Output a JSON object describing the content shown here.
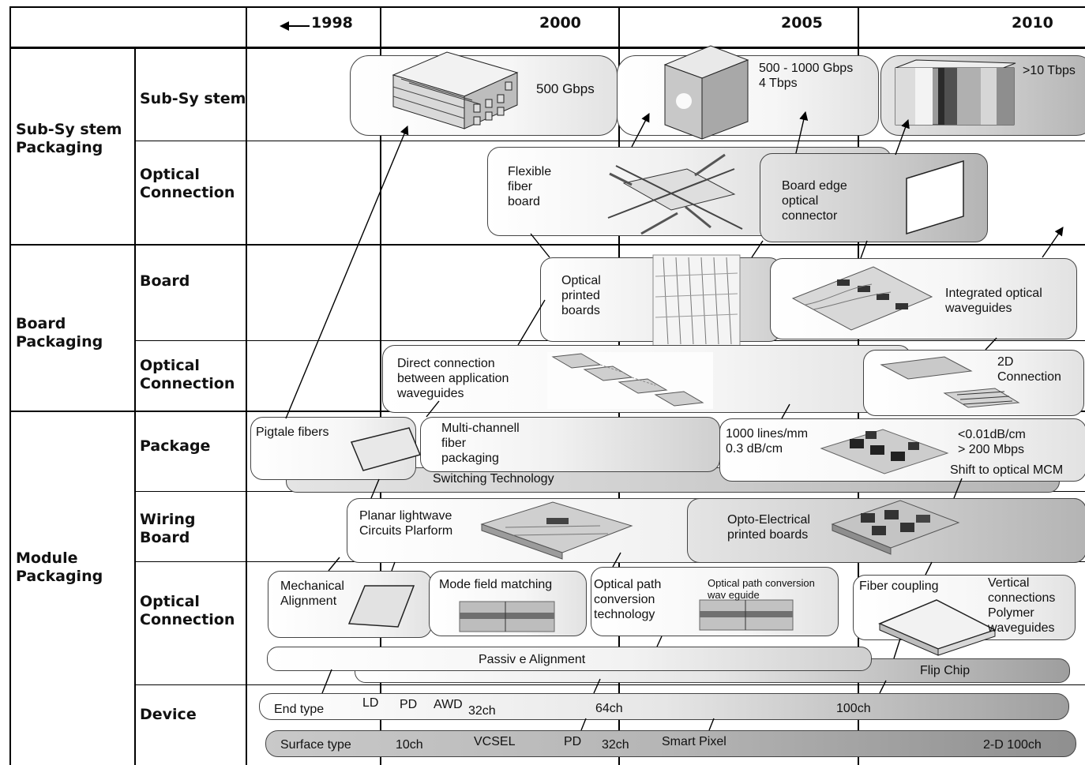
{
  "timeline": {
    "headers": [
      "1998",
      "2000",
      "2005",
      "2010"
    ]
  },
  "groups": {
    "subsystem": "Sub-Sy stem\nPackaging",
    "board": "Board\nPackaging",
    "module": "Module\nPackaging"
  },
  "rows": {
    "subsystem": "Sub-Sy stem",
    "optical1": "Optical\nConnection",
    "board": "Board",
    "optical2": "Optical\nConnection",
    "package": "Package",
    "wiring": "Wiring\nBoard",
    "optical3": "Optical\nConnection",
    "device": "Device"
  },
  "subsystem": {
    "rate_2000": "500 Gbps",
    "rate_2005": "500 - 1000 Gbps\n4 Tbps",
    "rate_2010": ">10 Tbps"
  },
  "optical_connection_1": {
    "flexible": "Flexible\nfiber\nboard",
    "board_edge": "Board edge\noptical\nconnector"
  },
  "board": {
    "optical_printed": "Optical\nprinted\nboards",
    "integrated": "Integrated optical\nwaveguides"
  },
  "optical_connection_2": {
    "direct": "Direct connection\nbetween application\nwaveguides",
    "twod": "2D\nConnection"
  },
  "package": {
    "pigtale": "Pigtale fibers",
    "multichannel": "Multi-channell\nfiber\npackaging",
    "switching": "Switching Technology",
    "lines": "1000 lines/mm\n0.3 dB/cm",
    "loss": "<0.01dB/cm\n> 200 Mbps",
    "mcm": "Shift to optical MCM"
  },
  "wiring_board": {
    "planar": "Planar lightwave\nCircuits Plarform",
    "opto": "Opto-Electrical\nprinted boards"
  },
  "optical_connection_3": {
    "mechanical": "Mechanical\nAlignment",
    "mode_field": "Mode field matching",
    "path_tech": "Optical path\nconversion\ntechnology",
    "path_wg": "Optical path conversion\nwav eguide",
    "fiber_coupling": "Fiber coupling",
    "vertical": "Vertical\nconnections\nPolymer\nwaveguides",
    "passive": "Passiv e Alignment",
    "flip": "Flip Chip"
  },
  "device": {
    "end_type": "End type",
    "ld": "LD",
    "pd": "PD",
    "awd": "AWD",
    "ch32": "32ch",
    "ch64": "64ch",
    "ch100": "100ch",
    "surface_type": "Surface type",
    "ch10": "10ch",
    "vcsel": "VCSEL",
    "pd2": "PD",
    "ch32b": "32ch",
    "smart_pixel": "Smart Pixel",
    "twod100": "2-D 100ch"
  }
}
